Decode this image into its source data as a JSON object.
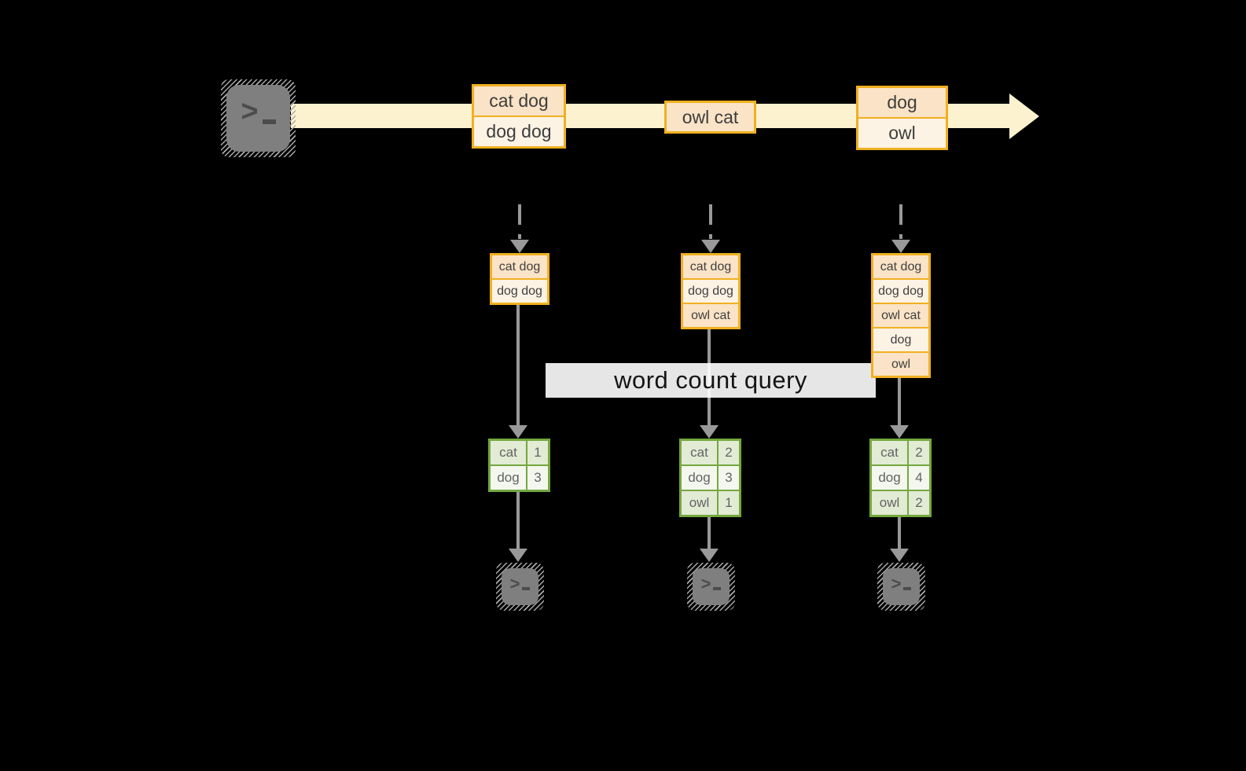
{
  "colors": {
    "background": "#000000",
    "stream_fill": "#fcf2d0",
    "event_border": "#f0b021",
    "event_fill_dark": "#fae3c6",
    "event_fill_light": "#fdf3e5",
    "table_border": "#74a83f",
    "table_fill_dark": "#e2ebd4",
    "table_fill_light": "#f3f7ee",
    "arrow_gray": "#999999",
    "terminal_gray": "#7f7f7f",
    "banner_bg": "#ffffff"
  },
  "icons": {
    "terminal_prompt": ">"
  },
  "stream": {
    "events": [
      {
        "lines": [
          "cat dog",
          "dog dog"
        ]
      },
      {
        "lines": [
          "owl cat"
        ]
      },
      {
        "lines": [
          "dog",
          "owl"
        ]
      }
    ]
  },
  "query_label": "word count query",
  "columns": [
    {
      "batch": [
        "cat dog",
        "dog dog"
      ],
      "counts": [
        {
          "word": "cat",
          "count": "1"
        },
        {
          "word": "dog",
          "count": "3"
        }
      ]
    },
    {
      "batch": [
        "cat dog",
        "dog dog",
        "owl cat"
      ],
      "counts": [
        {
          "word": "cat",
          "count": "2"
        },
        {
          "word": "dog",
          "count": "3"
        },
        {
          "word": "owl",
          "count": "1"
        }
      ]
    },
    {
      "batch": [
        "cat dog",
        "dog dog",
        "owl cat",
        "dog",
        "owl"
      ],
      "counts": [
        {
          "word": "cat",
          "count": "2"
        },
        {
          "word": "dog",
          "count": "4"
        },
        {
          "word": "owl",
          "count": "2"
        }
      ]
    }
  ]
}
